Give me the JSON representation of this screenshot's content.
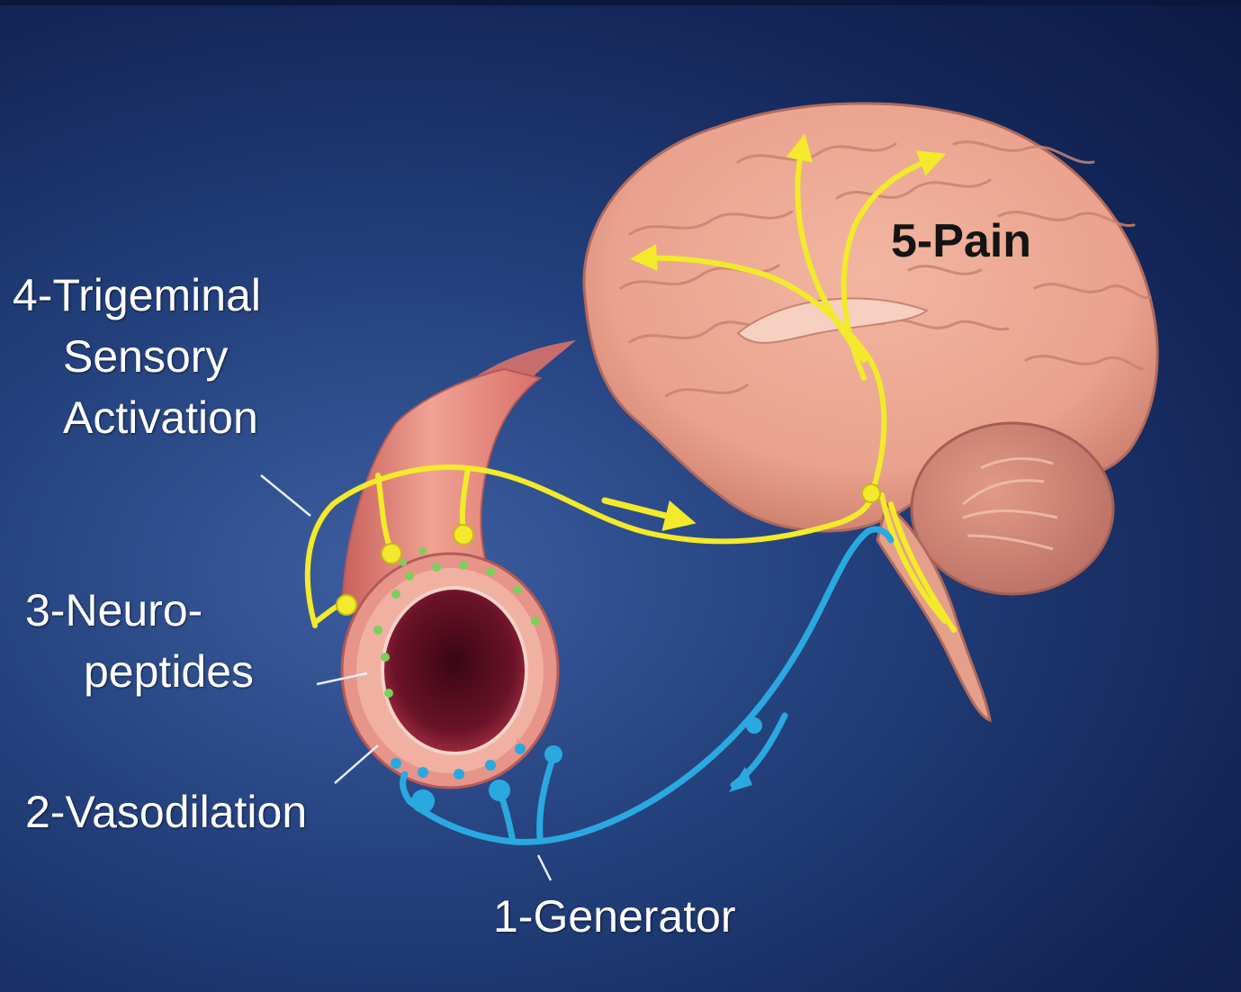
{
  "labels": {
    "generator": "1-Generator",
    "vasodilation": "2-Vasodilation",
    "neuropeptides": [
      "3-Neuro-",
      "peptides"
    ],
    "trigeminal": [
      "4-Trigeminal",
      "Sensory",
      "Activation"
    ],
    "pain": "5-Pain"
  },
  "colors": {
    "background": "#23407c",
    "trigeminal_nerve": "#f2ea2a",
    "generator_nerve": "#2aa9e0",
    "brain": "#eba792",
    "vessel": "#e4827a",
    "lumen": "#5e0d22",
    "label_text": "#ffffff"
  }
}
